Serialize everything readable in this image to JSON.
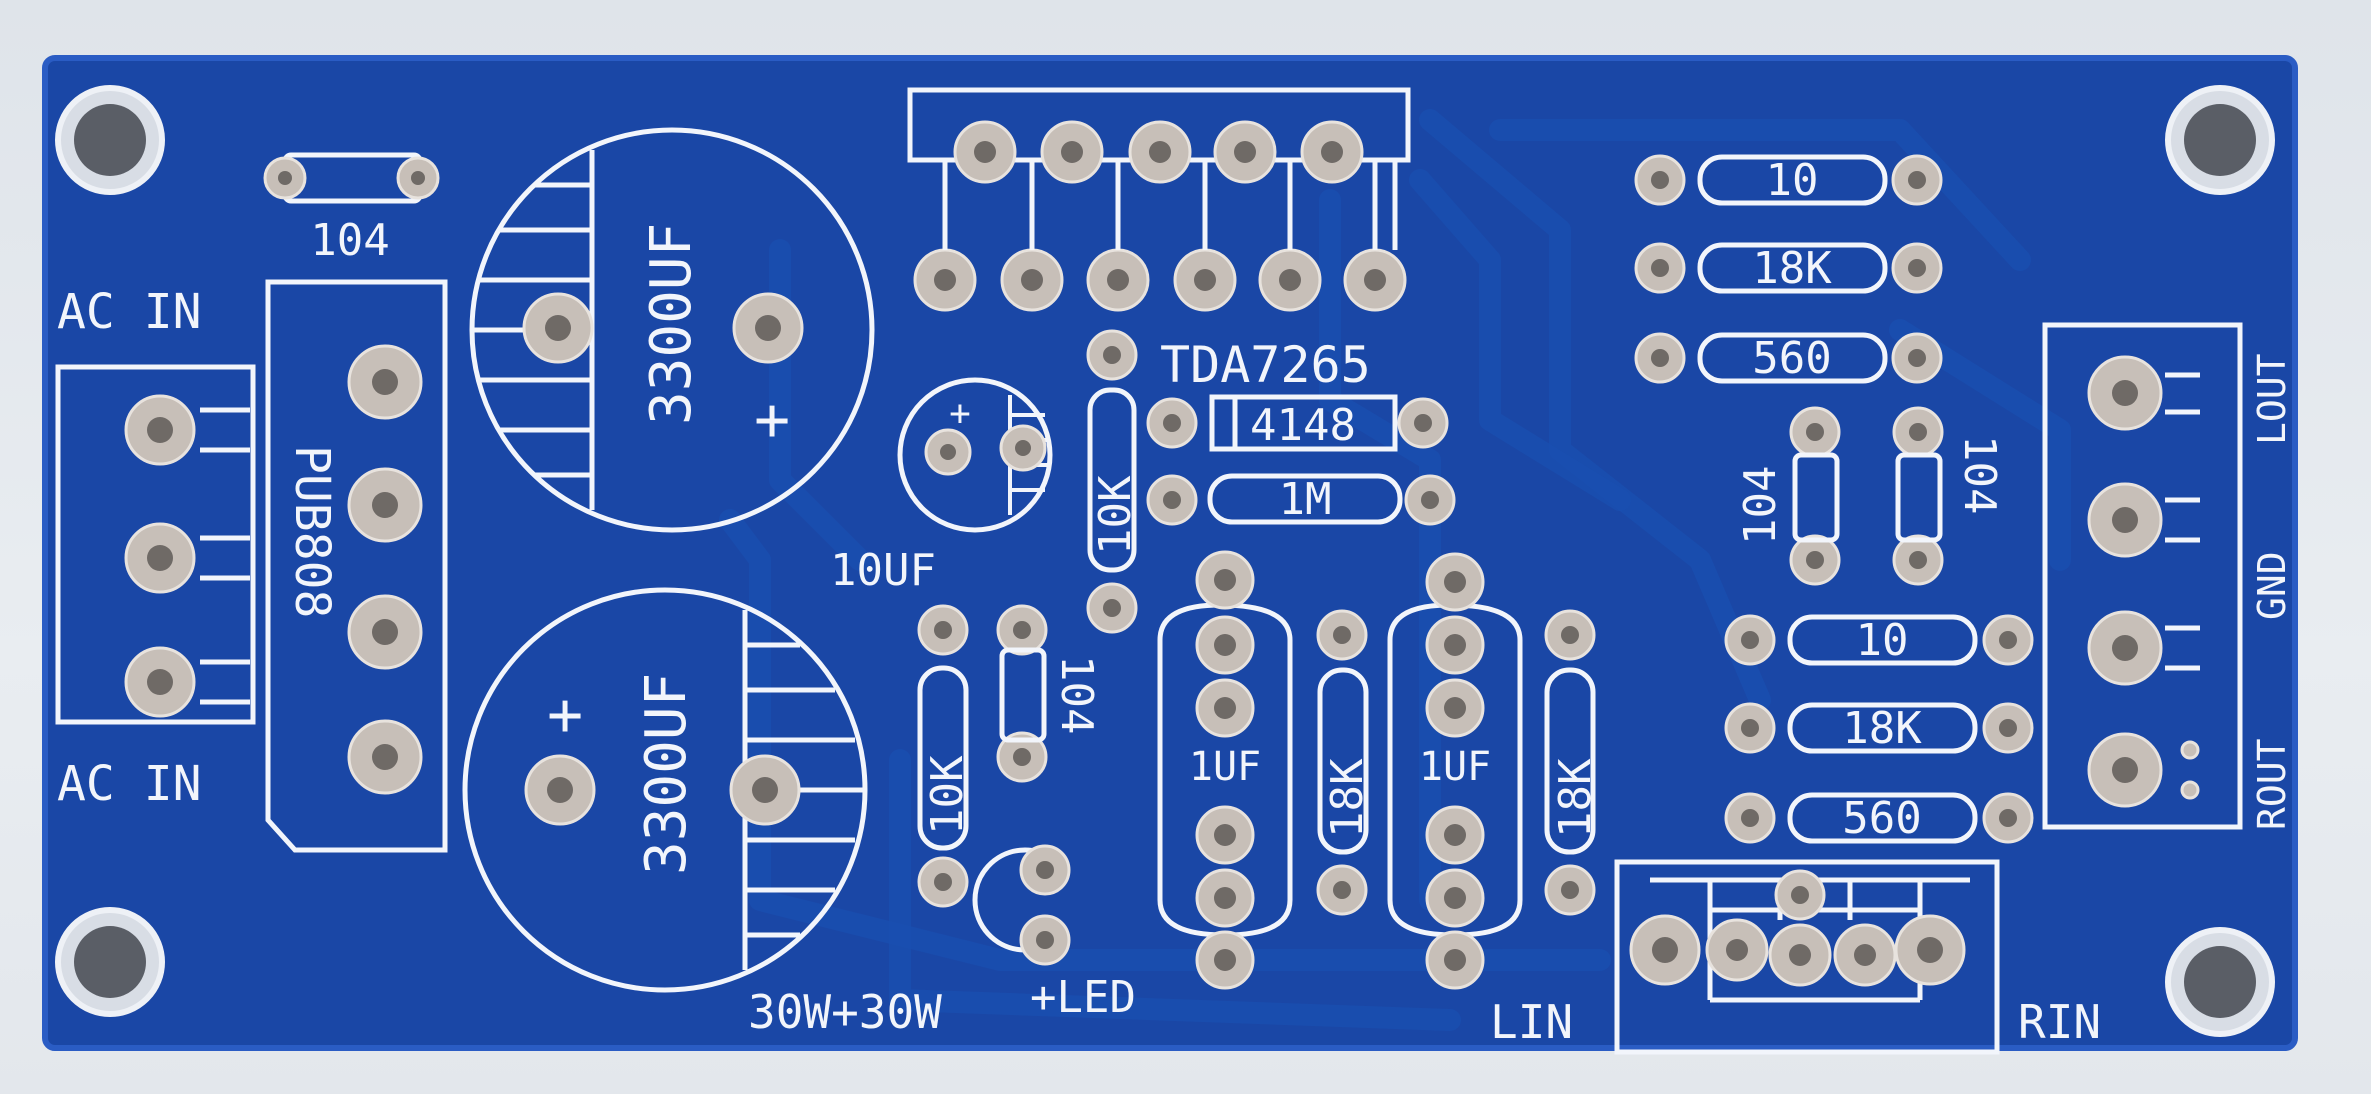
{
  "board": {
    "power_labels": [
      "AC IN",
      "AC IN"
    ],
    "bridge_label": "PUB808",
    "cap_small_top": "104",
    "cap_big_top": "3300UF",
    "cap_big_bottom": "3300UF",
    "plus_sign": "+",
    "cap_10uf": "10UF",
    "ic_label": "TDA7265",
    "diode_label": "4148",
    "resistor_1m": "1M",
    "resistor_10k_a": "10K",
    "resistor_10k_b": "10K",
    "cap_104_mid": "104",
    "cap_1uf_a": "1UF",
    "cap_1uf_b": "1UF",
    "resistor_18k_a": "18K",
    "resistor_18k_b": "18K",
    "power_rating": "30W+30W",
    "led_label": "+LED",
    "lin_label": "LIN",
    "rin_label": "RIN",
    "right_resistors_top": [
      "10",
      "18K",
      "560"
    ],
    "right_resistors_bottom": [
      "10",
      "18K",
      "560"
    ],
    "cap_104_right_a": "104",
    "cap_104_right_b": "104",
    "output_labels": [
      "LOUT",
      "GND",
      "ROUT"
    ]
  }
}
